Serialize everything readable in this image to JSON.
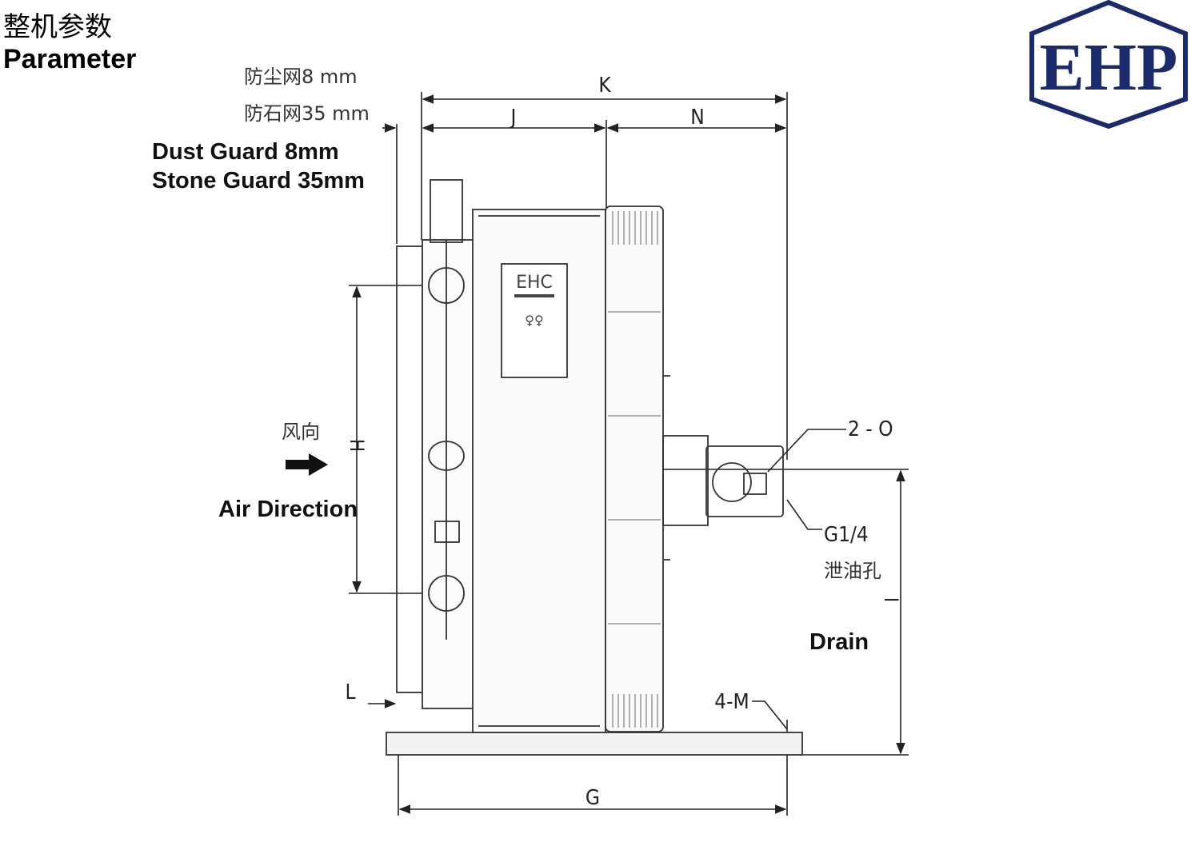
{
  "header": {
    "title_cn": "整机参数",
    "title_en": "Parameter"
  },
  "logo": {
    "text": "EHP",
    "color": "#1b2a6b"
  },
  "guards": {
    "dust_cn": "防尘网8 mm",
    "stone_cn": "防石网35 mm",
    "dust_en": "Dust Guard 8mm",
    "stone_en": "Stone Guard 35mm"
  },
  "dimensions": {
    "K": "K",
    "J": "J",
    "N": "N",
    "H": "H",
    "I": "I",
    "G": "G",
    "L": "L",
    "M": "4-M",
    "O": "2 - O"
  },
  "port": {
    "thread": "G1/4",
    "drain_cn": "泄油孔",
    "drain_en": "Drain"
  },
  "air": {
    "direction_cn": "风向",
    "direction_en": "Air Direction"
  },
  "nameplate": {
    "brand": "EHC"
  }
}
